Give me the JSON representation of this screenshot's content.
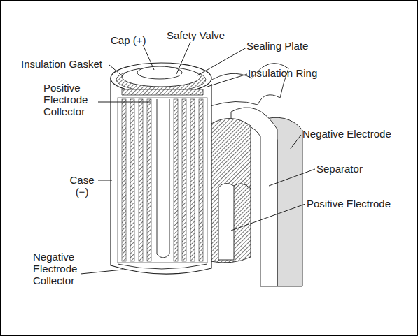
{
  "diagram": {
    "labels": [
      "Cap (+)",
      "Safety Valve",
      "Sealing Plate",
      "Insulation Gasket",
      "Insulation Ring",
      "Positive Electrode Collector",
      "Negative Electrode",
      "Case (−)",
      "Separator",
      "Positive Electrode",
      "Negative Electrode Collector"
    ]
  }
}
